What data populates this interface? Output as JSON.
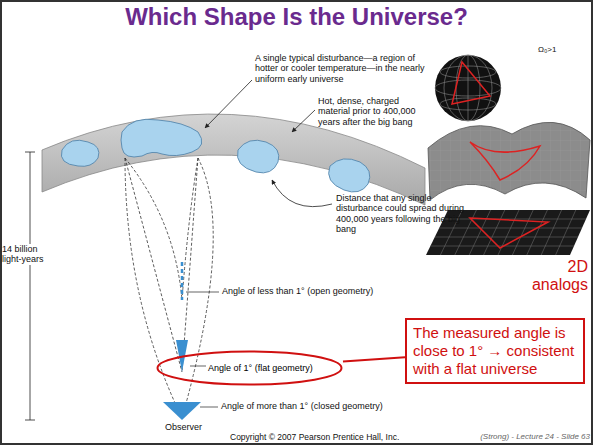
{
  "diagram": {
    "title": "Which Shape Is the Universe?",
    "nodes": [
      {
        "text": [
          "The measured angle is close to 1° → consistent with a flat universe"
        ]
      },
      {
        "text": [
          "Angle of 1° (flat geometry)"
        ]
      }
    ],
    "edges": [
      {
        "from": 0,
        "to": 1,
        "arrow": "none"
      }
    ],
    "labels": [
      "A single typical disturbance—a region of hotter or cooler temperature—in the nearly uniform early universe",
      "Hot, dense, charged material prior to 400,000 years after the big bang",
      "Distance that any single disturbance could spread during 400,000 years following the big bang",
      "14 billion light-years",
      "Angle of less than 1° (open geometry)",
      "Angle of more than 1° (closed geometry)",
      "Observer",
      "Copyright © 2007 Pearson Prentice Hall, Inc.",
      "Ω₀>1",
      "2D analogs",
      "(Strong) - Lecture 24 - Slide 63"
    ]
  }
}
